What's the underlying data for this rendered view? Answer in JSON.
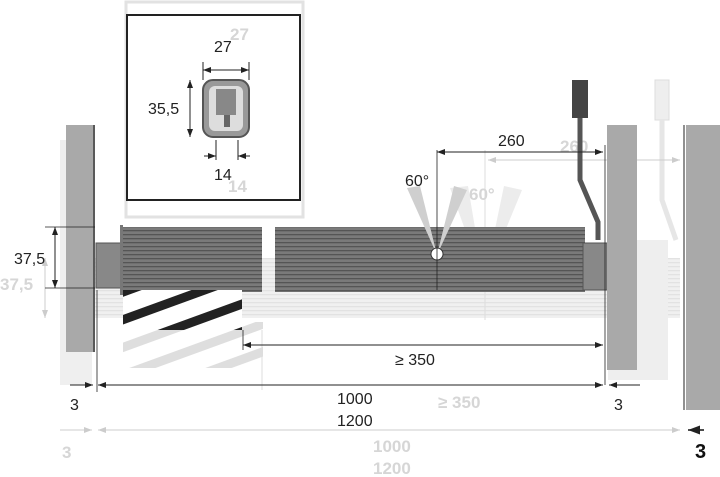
{
  "colors": {
    "line": "#222222",
    "tube": "#6f6f6f",
    "wall": "#a9a9a9",
    "ghost": "#dcdcdc"
  },
  "inset": {
    "width_label": "27",
    "height_label": "35,5",
    "bottom_label": "14"
  },
  "dimensions": {
    "angle": "60°",
    "offset": "260",
    "diameter": "37,5",
    "min_length": "≥ 350",
    "gap_left": "3",
    "gap_right": "3",
    "length_1": "1000",
    "length_2": "1200",
    "gap_far": "3"
  }
}
